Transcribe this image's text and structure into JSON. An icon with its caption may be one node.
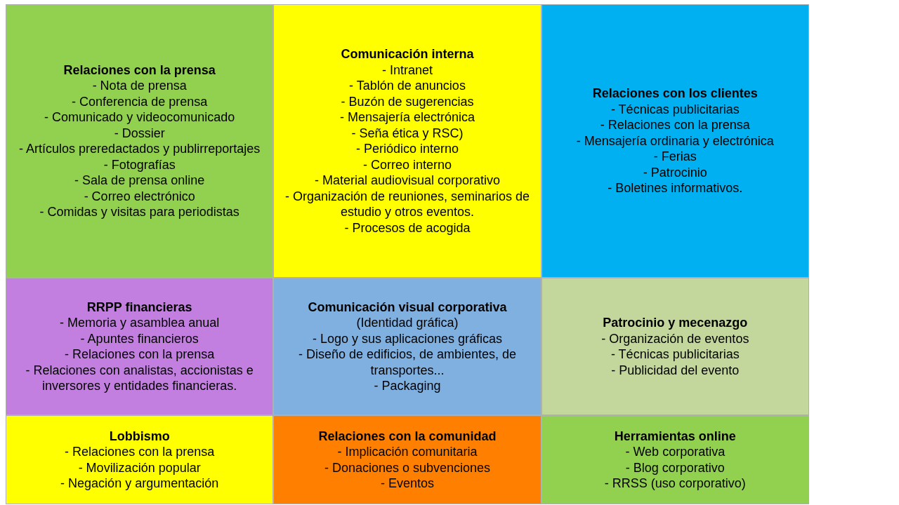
{
  "diagram": {
    "nodes": [
      {
        "text": [
          "Relaciones con la prensa",
          "- Nota de prensa",
          "- Conferencia de prensa",
          "- Comunicado y videocomunicado",
          "- Dossier",
          "- Artículos preredactados y publirreportajes",
          "- Fotografías",
          "- Sala de prensa online",
          "- Correo electrónico",
          "- Comidas y visitas para periodistas"
        ]
      },
      {
        "text": [
          "Comunicación interna",
          "- Intranet",
          "- Tablón de anuncios",
          "- Buzón de sugerencias",
          "- Mensajería electrónica",
          "- Seña ética y RSC)",
          "- Periódico interno",
          "- Correo interno",
          "- Material audiovisual corporativo",
          "- Organización de reuniones, seminarios de estudio y otros eventos.",
          "- Procesos de acogida"
        ]
      },
      {
        "text": [
          "Relaciones con los clientes",
          "- Técnicas publicitarias",
          "- Relaciones con la prensa",
          "- Mensajería ordinaria y electrónica",
          "- Ferias",
          "- Patrocinio",
          "- Boletines informativos."
        ]
      },
      {
        "text": [
          "RRPP financieras",
          "- Memoria y asamblea anual",
          "- Apuntes financieros",
          "- Relaciones con la prensa",
          "- Relaciones con analistas, accionistas e inversores y entidades financieras."
        ]
      },
      {
        "text": [
          "Comunicación visual corporativa",
          "(Identidad gráfica)",
          "- Logo y sus aplicaciones gráficas",
          "- Diseño de edificios, de ambientes, de transportes...",
          "- Packaging"
        ]
      },
      {
        "text": [
          "Patrocinio y mecenazgo",
          "- Organización de eventos",
          "- Técnicas publicitarias",
          "- Publicidad del evento"
        ]
      },
      {
        "text": [
          "Lobbismo",
          "- Relaciones con la prensa",
          "- Movilización popular",
          "- Negación y argumentación"
        ]
      },
      {
        "text": [
          "Relaciones con la comunidad",
          "- Implicación comunitaria",
          "- Donaciones o subvenciones",
          "- Eventos"
        ]
      },
      {
        "text": [
          "Herramientas online",
          "- Web corporativa",
          "- Blog corporativo",
          "- RRSS (uso corporativo)"
        ]
      }
    ]
  }
}
